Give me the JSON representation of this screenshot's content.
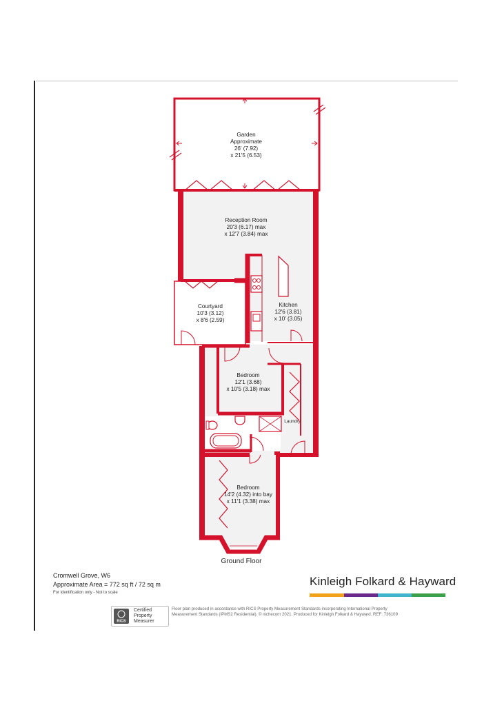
{
  "colors": {
    "wall": "#d4122c",
    "room_fill": "#f2f2f2",
    "text": "#222222",
    "brand_bar": [
      "#f2a11b",
      "#6a2a8a",
      "#3fb4cb",
      "#3aa14a"
    ]
  },
  "rooms": {
    "garden": {
      "name": "Garden",
      "line2": "Approximate",
      "line3": "26' (7.92)",
      "line4": "x 21'5 (6.53)"
    },
    "reception": {
      "name": "Reception Room",
      "line2": "20'3 (6.17) max",
      "line3": "x 12'7 (3.84) max"
    },
    "courtyard": {
      "name": "Courtyard",
      "line2": "10'3 (3.12)",
      "line3": "x 8'6 (2.59)"
    },
    "kitchen": {
      "name": "Kitchen",
      "line2": "12'6 (3.81)",
      "line3": "x 10' (3.05)"
    },
    "bedroom1": {
      "name": "Bedroom",
      "line2": "12'1 (3.68)",
      "line3": "x 10'5 (3.18) max"
    },
    "bedroom2": {
      "name": "Bedroom",
      "line2": "14'2 (4.32) into bay",
      "line3": "x 11'1 (3.38) max"
    },
    "laundry": {
      "name": "Laundry"
    }
  },
  "floor_label": "Ground Floor",
  "address": {
    "line1": "Cromwell Grove, W6",
    "line2": "Approximate Area = 772 sq ft / 72 sq m",
    "line3": "For identification only - Not to scale"
  },
  "brand": {
    "name": "Kinleigh Folkard & Hayward"
  },
  "rics": {
    "logo_text": "RICS",
    "cert_text": "Certified\nProperty\nMeasurer"
  },
  "footnote": "Floor plan produced in accordance with RICS Property Measurement Standards incorporating International Property Measurement Standards (IPMS2 Residential). © nichecom 2021. Produced for Kinleigh Folkard & Hayward.   REF: 736109"
}
